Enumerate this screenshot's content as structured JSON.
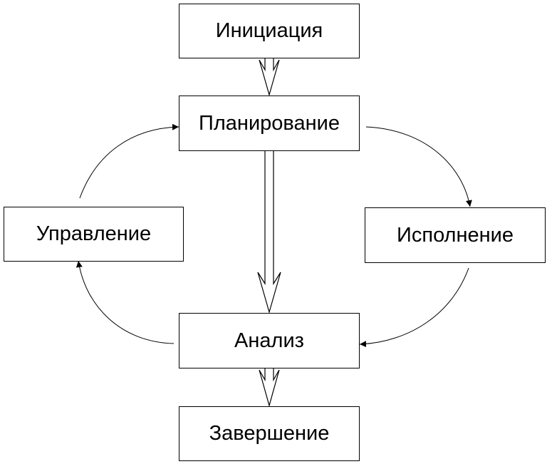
{
  "nodes": {
    "initiation": "Инициация",
    "planning": "Планирование",
    "control": "Управление",
    "execution": "Исполнение",
    "analysis": "Анализ",
    "closing": "Завершение"
  },
  "colors": {
    "stroke": "#000000",
    "background": "#ffffff"
  }
}
